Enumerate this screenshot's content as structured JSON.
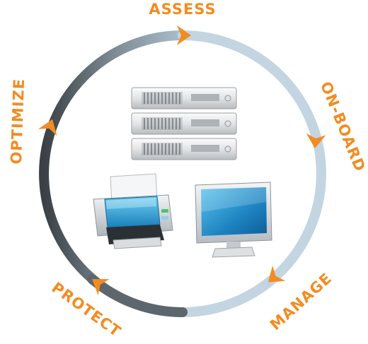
{
  "colors": {
    "accent": "#f28c22",
    "ring_dark": "#3d4347",
    "ring_light": "#c6d8e4",
    "screen_blue": "#1e86c4",
    "printer_blue": "#2aa3dc"
  },
  "stages": [
    {
      "label": "ASSESS"
    },
    {
      "label": "ON-BOARD"
    },
    {
      "label": "MANAGE"
    },
    {
      "label": "PROTECT"
    },
    {
      "label": "OPTIMIZE"
    }
  ],
  "icons": [
    "server-rack-icon",
    "printer-icon",
    "monitor-icon"
  ]
}
